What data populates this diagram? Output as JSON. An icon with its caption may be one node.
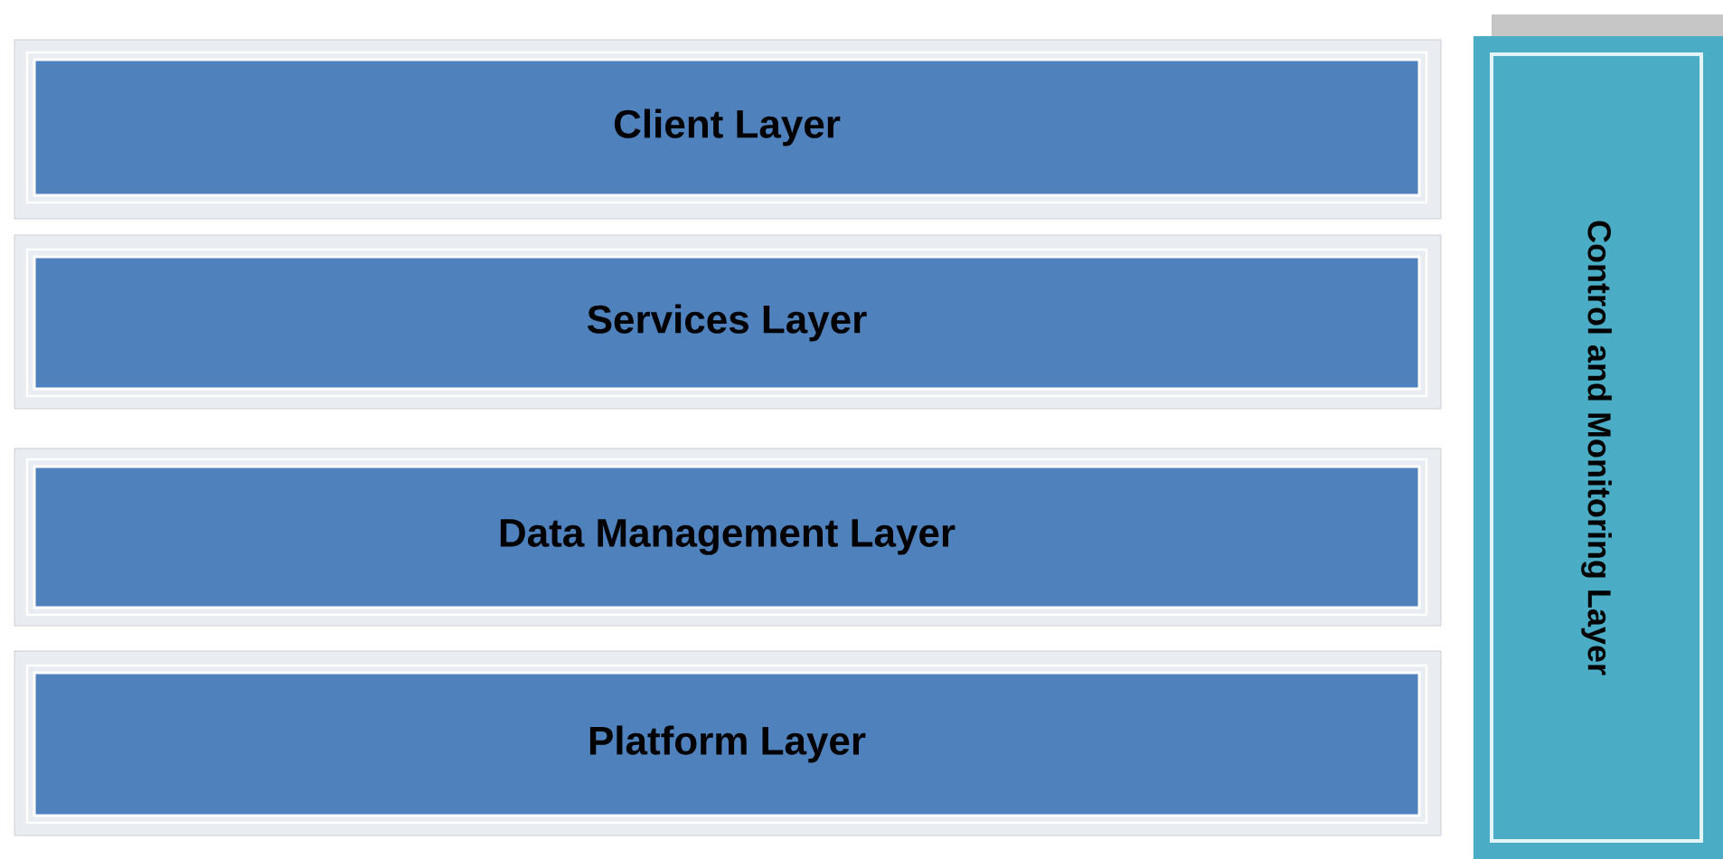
{
  "diagram": {
    "nodes": [
      {
        "text": [
          "Client Layer"
        ]
      },
      {
        "text": [
          "Services Layer"
        ]
      },
      {
        "text": [
          "Data Management Layer"
        ]
      },
      {
        "text": [
          "Platform Layer"
        ]
      },
      {
        "text": [
          "Control and Monitoring Layer"
        ]
      }
    ]
  }
}
